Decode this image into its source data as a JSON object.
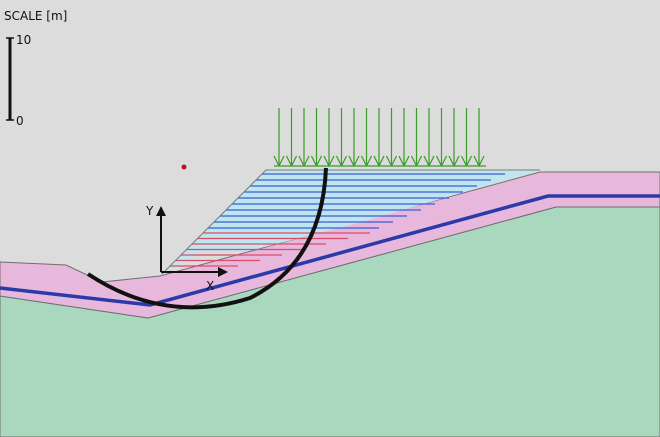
{
  "scale": {
    "title": "SCALE [m]",
    "max_label": "10",
    "min_label": "0"
  },
  "axes": {
    "y_label": "Y",
    "x_label": "X"
  },
  "colors": {
    "background": "#dcdcdc",
    "ground": "#a9d8bf",
    "soil_layer": "#e8b8dc",
    "geogrid_zone": "#bfe6ef",
    "geogrid_blue": "#3a5bd6",
    "geogrid_red": "#d94c6a",
    "load_arrows": "#3a9a2a",
    "slip_surface": "#111111",
    "boundary_line": "#2b3aa8",
    "center_point": "#c0141e"
  },
  "icons": {
    "load": "distributed-load-arrows",
    "slip": "circular-slip-surface"
  }
}
